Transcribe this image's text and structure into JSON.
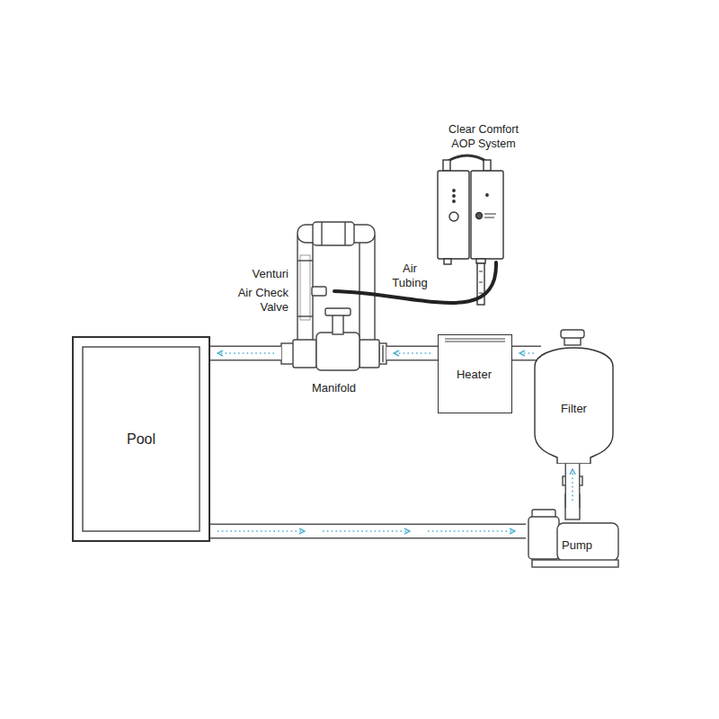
{
  "diagram": {
    "nodes": [
      {
        "text": [
          "Pool"
        ]
      },
      {
        "text": [
          "Manifold"
        ]
      },
      {
        "text": [
          "Clear Comfort AOP System"
        ]
      },
      {
        "text": [
          "Heater"
        ]
      },
      {
        "text": [
          "Filter"
        ]
      },
      {
        "text": [
          "Pump"
        ]
      }
    ],
    "edges": [
      {
        "from": 0,
        "to": 5,
        "arrow": "to"
      },
      {
        "from": 5,
        "to": 4,
        "arrow": "to"
      },
      {
        "from": 4,
        "to": 3,
        "arrow": "to"
      },
      {
        "from": 3,
        "to": 1,
        "arrow": "to"
      },
      {
        "from": 1,
        "to": 0,
        "arrow": "to"
      },
      {
        "from": 2,
        "to": 1,
        "label": "Air Tubing",
        "arrow": "none"
      }
    ],
    "labels": [
      "Venturi",
      "Air Check Valve"
    ]
  }
}
